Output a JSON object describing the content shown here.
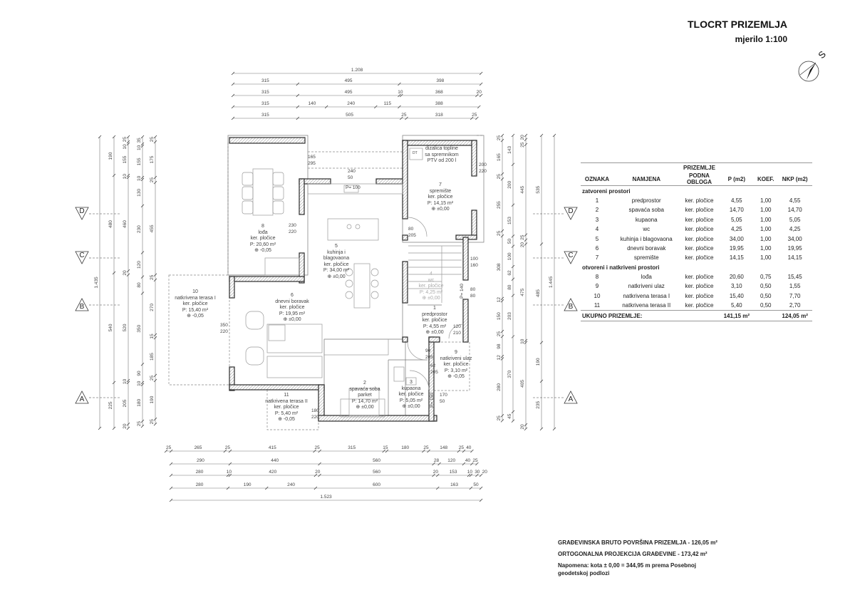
{
  "header": {
    "title": "TLOCRT PRIZEMLJA",
    "scale": "mjerilo 1:100",
    "north_label": "S"
  },
  "rooms": [
    {
      "id": "8",
      "lines": [
        "8",
        "lođa",
        "ker. pločice",
        "P: 20,60 m²",
        "⊕ -0,05"
      ]
    },
    {
      "id": "5",
      "lines": [
        "5",
        "kuhinja i",
        "blagovaona",
        "ker. pločice",
        "P: 34,00 m²",
        "⊕ ±0,00"
      ]
    },
    {
      "id": "7",
      "lines": [
        "7",
        "spremište",
        "ker. pločice",
        "P: 14,15 m²",
        "⊕ ±0,00"
      ]
    },
    {
      "id": "6",
      "lines": [
        "6",
        "dnevni boravak",
        "ker. pločice",
        "P: 19,95 m²",
        "⊕ ±0,00"
      ]
    },
    {
      "id": "1",
      "lines": [
        "1",
        "predprostor",
        "ker. pločice",
        "P: 4,55 m²",
        "⊕ ±0,00"
      ]
    },
    {
      "id": "9",
      "lines": [
        "9",
        "natkriveni ulaz",
        "ker. pločice",
        "P: 3,10 m²",
        "⊕ -0,05"
      ]
    },
    {
      "id": "2",
      "lines": [
        "2",
        "spavaća soba",
        "parket",
        "P: 14,70 m²",
        "⊕ ±0,00"
      ]
    },
    {
      "id": "3",
      "lines": [
        "3",
        "kupaona",
        "ker. pločice",
        "P: 5,05 m²",
        "⊕ ±0,00"
      ]
    },
    {
      "id": "4",
      "lines": [
        "4",
        "wc",
        "ker. pločice",
        "P: 4,25 m²",
        "⊕ ±0,00"
      ]
    },
    {
      "id": "10",
      "lines": [
        "10",
        "natkrivena terasa I",
        "ker. pločice",
        "P: 15,40 m²",
        "⊕ -0,05"
      ]
    },
    {
      "id": "11",
      "lines": [
        "11",
        "natkrivena terasa II",
        "ker. pločice",
        "P: 5,40 m²",
        "⊕ -0,05"
      ]
    }
  ],
  "equipment": {
    "lines": [
      "dizalica topline",
      "sa spremnikom",
      "PTV od 200 l"
    ],
    "tag": "DT"
  },
  "openings": [
    {
      "top": "165",
      "bottom": "295"
    },
    {
      "top": "240",
      "bottom": "50"
    },
    {
      "top": "200",
      "bottom": "220"
    },
    {
      "top": "80",
      "bottom": "205"
    },
    {
      "top": "230",
      "bottom": "220"
    },
    {
      "top": "100",
      "bottom": "160"
    },
    {
      "top": "80",
      "bottom": "80"
    },
    {
      "top": "350",
      "bottom": "220"
    },
    {
      "top": "120",
      "bottom": "210"
    },
    {
      "top": "90",
      "bottom": "205"
    },
    {
      "top": "62",
      "bottom": "205"
    },
    {
      "top": "180",
      "bottom": "220"
    },
    {
      "top": "170",
      "bottom": "50"
    }
  ],
  "parapets": [
    "P= 100",
    "P= 140",
    "P= 150"
  ],
  "sections": {
    "left": [
      "D",
      "C",
      "B",
      "A"
    ],
    "right": [
      "D",
      "C",
      "B",
      "A"
    ]
  },
  "dimensions": {
    "top": [
      [
        "1.208"
      ],
      [
        "315",
        "495",
        "398"
      ],
      [
        "315",
        "495",
        "10",
        "368",
        "20"
      ],
      [
        "315",
        "140",
        "240",
        "115",
        "388"
      ],
      [
        "315",
        "505",
        "25",
        "318",
        "25"
      ]
    ],
    "bottom": [
      [
        "25",
        "265",
        "25",
        "415",
        "25",
        "315",
        "15",
        "180",
        "25",
        "148",
        "25",
        "40"
      ],
      [
        "290",
        "440",
        "560",
        "28",
        "120",
        "40",
        "25"
      ],
      [
        "280",
        "10",
        "420",
        "20",
        "560",
        "20",
        "153",
        "10",
        "30",
        "20"
      ],
      [
        "280",
        "190",
        "240",
        "600",
        "163",
        "50"
      ],
      [
        "1.523"
      ]
    ],
    "left": [
      [
        "1.435"
      ],
      [
        "190",
        "480",
        "540",
        "225"
      ],
      [
        "25",
        "10",
        "155",
        "10",
        "460",
        "20",
        "520",
        "10",
        "205",
        "20"
      ],
      [
        "35",
        "10",
        "155",
        "10",
        "130",
        "230",
        "120",
        "80",
        "350",
        "90",
        "10",
        "180",
        "25"
      ],
      [
        "25",
        "175",
        "25",
        "455",
        "25",
        "270",
        "15",
        "185",
        "25",
        "190",
        "25"
      ]
    ],
    "right": [
      [
        "25",
        "165",
        "25",
        "255",
        "25",
        "308",
        "12",
        "150",
        "25",
        "98",
        "12",
        "280",
        "25"
      ],
      [
        "143",
        "200",
        "153",
        "50",
        "100",
        "62",
        "80",
        "203",
        "370",
        "45"
      ],
      [
        "20",
        "25",
        "445",
        "25",
        "20",
        "475",
        "10",
        "405",
        "20"
      ],
      [
        "535",
        "485",
        "190",
        "235"
      ],
      [
        "1.445"
      ]
    ]
  },
  "table": {
    "headers": {
      "group": "PRIZEMLJE",
      "oznaka": "OZNAKA",
      "namjena": "NAMJENA",
      "podna": "PODNA OBLOGA",
      "p": "P (m2)",
      "koef": "KOEF.",
      "nkp": "NKP (m2)"
    },
    "group_closed": "zatvoreni prostori",
    "group_open": "otvoreni i natkriveni prostori",
    "closed": [
      [
        "1",
        "predprostor",
        "ker. pločice",
        "4,55",
        "1,00",
        "4,55"
      ],
      [
        "2",
        "spavaća soba",
        "ker. pločice",
        "14,70",
        "1,00",
        "14,70"
      ],
      [
        "3",
        "kupaona",
        "ker. pločice",
        "5,05",
        "1,00",
        "5,05"
      ],
      [
        "4",
        "wc",
        "ker. pločice",
        "4,25",
        "1,00",
        "4,25"
      ],
      [
        "5",
        "kuhinja i blagovaona",
        "ker. pločice",
        "34,00",
        "1,00",
        "34,00"
      ],
      [
        "6",
        "dnevni boravak",
        "ker. pločice",
        "19,95",
        "1,00",
        "19,95"
      ],
      [
        "7",
        "spremište",
        "ker. pločice",
        "14,15",
        "1,00",
        "14,15"
      ]
    ],
    "open": [
      [
        "8",
        "lođa",
        "ker. pločice",
        "20,60",
        "0,75",
        "15,45"
      ],
      [
        "9",
        "natkriveni ulaz",
        "ker. pločice",
        "3,10",
        "0,50",
        "1,55"
      ],
      [
        "10",
        "natkrivena terasa I",
        "ker. pločice",
        "15,40",
        "0,50",
        "7,70"
      ],
      [
        "11",
        "natkrivena terasa II",
        "ker. pločice",
        "5,40",
        "0,50",
        "2,70"
      ]
    ],
    "total": {
      "label": "UKUPNO PRIZEMLJE:",
      "p": "141,15 m²",
      "nkp": "124,05 m²"
    }
  },
  "notes": {
    "gbp": "GRAĐEVINSKA BRUTO POVRŠINA PRIZEMLJA - 126,05 m²",
    "projection": "ORTOGONALNA PROJEKCIJA GRAĐEVINE - 173,42 m²",
    "remark1": "Napomena: kota ± 0,00 = 344,95 m prema Posebnoj",
    "remark2": "geodetskoj podlozi"
  },
  "colors": {
    "wall": "#2b2b2b",
    "line": "#666666",
    "dim": "#555555"
  }
}
